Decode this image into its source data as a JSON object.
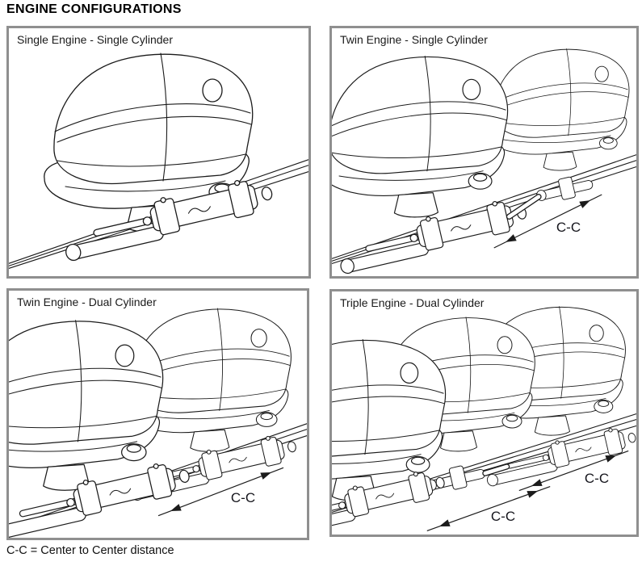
{
  "header": {
    "title": "ENGINE CONFIGURATIONS"
  },
  "panels": [
    {
      "id": "single-engine-single-cylinder",
      "label": "Single Engine - Single Cylinder",
      "engines": 1,
      "cylinders": 1,
      "cc_labels": []
    },
    {
      "id": "twin-engine-single-cylinder",
      "label": "Twin Engine - Single Cylinder",
      "engines": 2,
      "cylinders": 1,
      "cc_labels": [
        "C-C"
      ]
    },
    {
      "id": "twin-engine-dual-cylinder",
      "label": "Twin Engine - Dual Cylinder",
      "engines": 2,
      "cylinders": 2,
      "cc_labels": [
        "C-C"
      ]
    },
    {
      "id": "triple-engine-dual-cylinder",
      "label": "Triple Engine - Dual Cylinder",
      "engines": 3,
      "cylinders": 2,
      "cc_labels": [
        "C-C",
        "C-C"
      ]
    }
  ],
  "footer": {
    "note": "C-C = Center to Center distance"
  },
  "colors": {
    "line": "#1b1b1b",
    "panel_border": "#8f8f8f",
    "text": "#111111",
    "background": "#ffffff"
  }
}
